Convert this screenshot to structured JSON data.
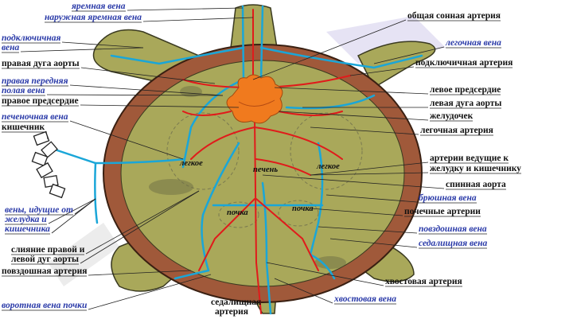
{
  "colors": {
    "artery": "#e01b1b",
    "vein": "#1aa6d8",
    "shell_rim": "#a0593a",
    "body": "#a9a85a",
    "heart": "#f07a1e",
    "label_blue": "#2a3aa8",
    "label_black": "#111111"
  },
  "labels_left": [
    {
      "id": "jugular-vein",
      "text": "яремная вена",
      "style": "blue"
    },
    {
      "id": "external-jugular-vein",
      "text": "наружная яремная вена",
      "style": "blue"
    },
    {
      "id": "subclavian-vein-1",
      "text": "подключичная",
      "style": "blue"
    },
    {
      "id": "subclavian-vein-2",
      "text": "вена",
      "style": "blue"
    },
    {
      "id": "right-aortic-arch",
      "text": "правая дуга аорты",
      "style": "black"
    },
    {
      "id": "right-anterior-vena-cava-1",
      "text": "правая передняя",
      "style": "blue"
    },
    {
      "id": "right-anterior-vena-cava-2",
      "text": "полая вена",
      "style": "blue"
    },
    {
      "id": "right-atrium",
      "text": "правое предсердие",
      "style": "black"
    },
    {
      "id": "hepatic-vein",
      "text": "печеночная вена",
      "style": "blue"
    },
    {
      "id": "intestine",
      "text": "кишечник",
      "style": "black"
    },
    {
      "id": "gut-veins-1",
      "text": "вены, идущие от",
      "style": "blue"
    },
    {
      "id": "gut-veins-2",
      "text": "желудка и",
      "style": "blue"
    },
    {
      "id": "gut-veins-3",
      "text": "кишечника",
      "style": "blue"
    },
    {
      "id": "aortic-junction-1",
      "text": "слияние правой и",
      "style": "black"
    },
    {
      "id": "aortic-junction-2",
      "text": "левой дуг аорты",
      "style": "black"
    },
    {
      "id": "iliac-artery",
      "text": "повздошная артерия",
      "style": "black"
    },
    {
      "id": "renal-portal-vein",
      "text": "воротная вена почки",
      "style": "blue"
    }
  ],
  "labels_right": [
    {
      "id": "common-carotid",
      "text": "общая сонная артерия",
      "style": "black"
    },
    {
      "id": "pulmonary-vein",
      "text": "легочная вена",
      "style": "blue"
    },
    {
      "id": "subclavian-artery",
      "text": "подключичная артерия",
      "style": "black"
    },
    {
      "id": "left-atrium",
      "text": "левое предсердие",
      "style": "black"
    },
    {
      "id": "left-aortic-arch",
      "text": "левая дуга аорты",
      "style": "black"
    },
    {
      "id": "ventricle",
      "text": "желудочек",
      "style": "black"
    },
    {
      "id": "pulmonary-artery",
      "text": "легочная артерия",
      "style": "black"
    },
    {
      "id": "gut-arteries-1",
      "text": "артерии ведущие к",
      "style": "black"
    },
    {
      "id": "gut-arteries-2",
      "text": "желудку и кишечнику",
      "style": "black"
    },
    {
      "id": "dorsal-aorta",
      "text": "спинная аорта",
      "style": "black"
    },
    {
      "id": "abdominal-vein",
      "text": "брюшная вена",
      "style": "blue"
    },
    {
      "id": "renal-arteries",
      "text": "почечные артерии",
      "style": "black"
    },
    {
      "id": "iliac-vein",
      "text": "повздошная вена",
      "style": "blue"
    },
    {
      "id": "sciatic-vein",
      "text": "седалищная вена",
      "style": "blue"
    },
    {
      "id": "caudal-artery",
      "text": "хвостовая артерия",
      "style": "black"
    },
    {
      "id": "caudal-vein",
      "text": "хвостовая вена",
      "style": "blue"
    }
  ],
  "labels_bottom": [
    {
      "id": "sciatic-artery-1",
      "text": "седалищная",
      "style": "black"
    },
    {
      "id": "sciatic-artery-2",
      "text": "артерия",
      "style": "black"
    }
  ],
  "inner_labels": {
    "lung_left": "легкое",
    "liver": "печень",
    "lung_right": "легкое",
    "kidney_left": "почка",
    "kidney_right": "почка"
  }
}
